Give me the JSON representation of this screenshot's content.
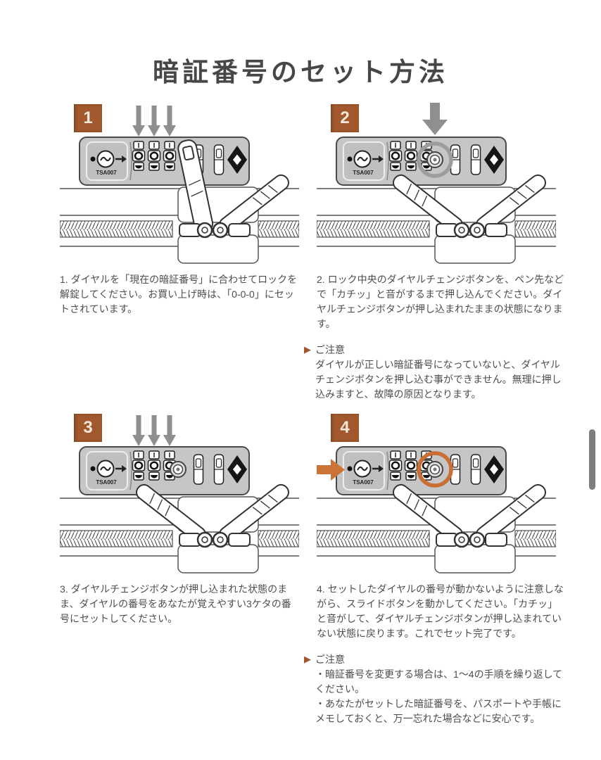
{
  "page": {
    "title": "暗証番号のセット方法"
  },
  "icons": {
    "caution_marker": "▶"
  },
  "lock": {
    "brand_label": "TSA007"
  },
  "colors": {
    "badge": "#a0582c",
    "caution_marker": "#a0582c",
    "lock_body": "#c6c6c6",
    "arrow_gray": "#8f8f8f",
    "arrow_orange": "#cc7438",
    "highlight_ring_gray": "#9d9d9d",
    "highlight_ring_orange": "#c96f35",
    "title_text": "#474747",
    "body_text": "#4d4d4d"
  },
  "steps": [
    {
      "number": "1",
      "caption": "1. ダイヤルを「現在の暗証番号」に合わせてロックを解錠してください。お買い上げ時は、「0-0-0」にセットされています。"
    },
    {
      "number": "2",
      "caption": "2. ロック中央のダイヤルチェンジボタンを、ペン先などで「カチッ」と音がするまで押し込んでください。ダイヤルチェンジボタンが押し込まれたままの状態になります。",
      "caution": {
        "label": "ご注意",
        "lines": [
          "ダイヤルが正しい暗証番号になっていないと、ダイヤルチェンジボタンを押し込む事ができません。無理に押し込みますと、故障の原因となります。"
        ]
      }
    },
    {
      "number": "3",
      "caption": "3. ダイヤルチェンジボタンが押し込まれた状態のまま、ダイヤルの番号をあなたが覚えやすい3ケタの番号にセットしてください。"
    },
    {
      "number": "4",
      "caption": "4. セットしたダイヤルの番号が動かないように注意しながら、スライドボタンを動かしてください。「カチッ」と音がして、ダイヤルチェンジボタンが押し込まれていない状態に戻ります。これでセット完了です。",
      "caution": {
        "label": "ご注意",
        "lines": [
          "・暗証番号を変更する場合は、1〜4の手順を繰り返してください。",
          "・あなたがセットした暗証番号を、パスポートや手帳にメモしておくと、万一忘れた場合などに安心です。"
        ]
      }
    }
  ]
}
